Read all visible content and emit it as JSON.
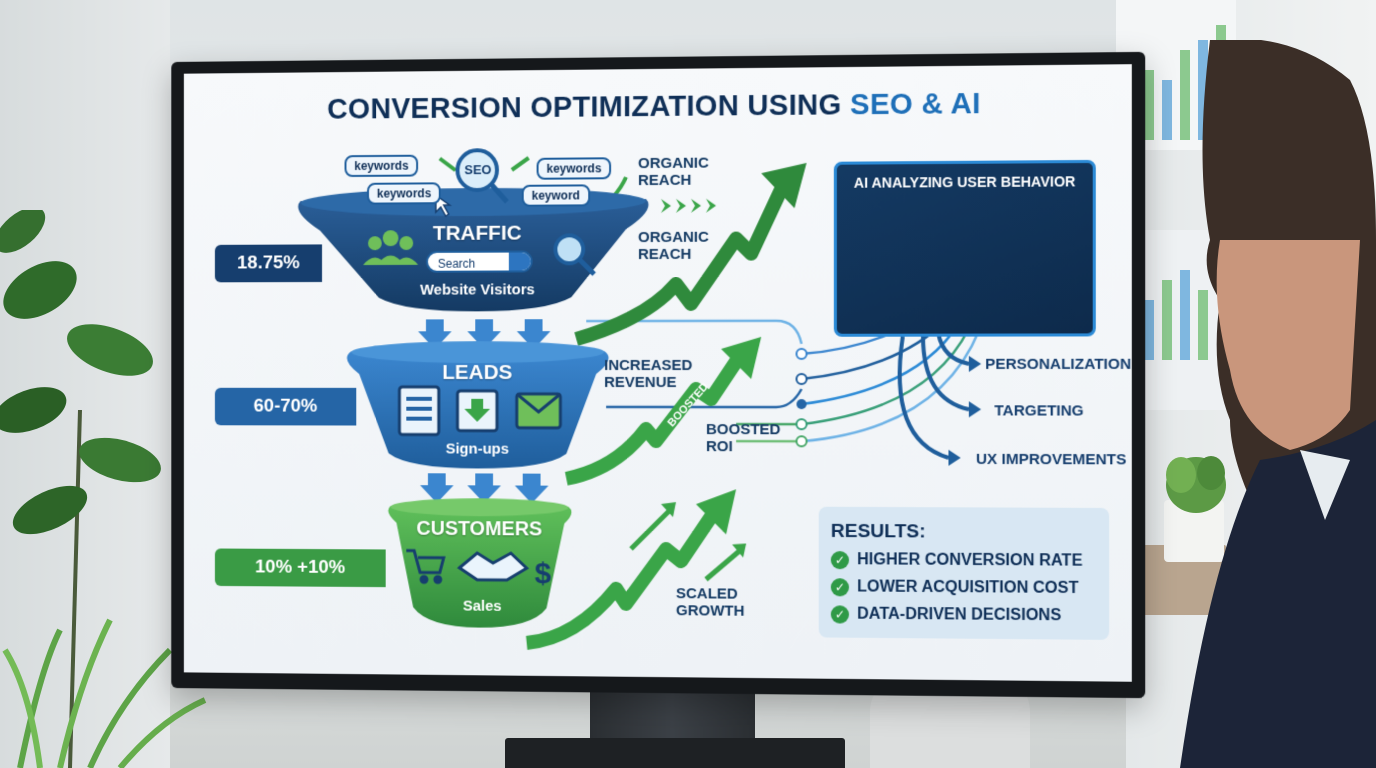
{
  "title": {
    "main": "CONVERSION OPTIMIZATION USING ",
    "accent": "SEO & AI"
  },
  "seo_cluster": {
    "seo_badge": "SEO",
    "tags": [
      "keywords",
      "keywords",
      "keywords",
      "keyword"
    ]
  },
  "funnel": {
    "traffic": {
      "title": "TRAFFIC",
      "subtitle": "Website Visitors",
      "search_placeholder": "Search",
      "percent": "18.75%"
    },
    "leads": {
      "title": "LEADS",
      "subtitle": "Sign-ups",
      "percent": "60-70%"
    },
    "customers": {
      "title": "CUSTOMERS",
      "subtitle": "Sales",
      "percent": "10% +10%"
    }
  },
  "growth_labels": {
    "organic_reach_1": "ORGANIC REACH",
    "organic_reach_2": "ORGANIC REACH",
    "increased_revenue": "INCREASED REVENUE",
    "boosted_arrow_text": "BOOSTED",
    "boosted_roi": "BOOSTED ROI",
    "scaled_growth": "SCALED GROWTH"
  },
  "ai_panel": {
    "title": "AI ANALYZING USER BEHAVIOR",
    "outputs": [
      "PERSONALIZATION",
      "TARGETING",
      "UX IMPROVEMENTS"
    ]
  },
  "results": {
    "title": "RESULTS:",
    "items": [
      "HIGHER CONVERSION RATE",
      "LOWER ACQUISITION COST",
      "DATA-DRIVEN DECISIONS"
    ]
  },
  "colors": {
    "navy": "#0f2f57",
    "blue": "#2565a6",
    "green": "#3a9b45",
    "accent": "#1e6fb8"
  }
}
